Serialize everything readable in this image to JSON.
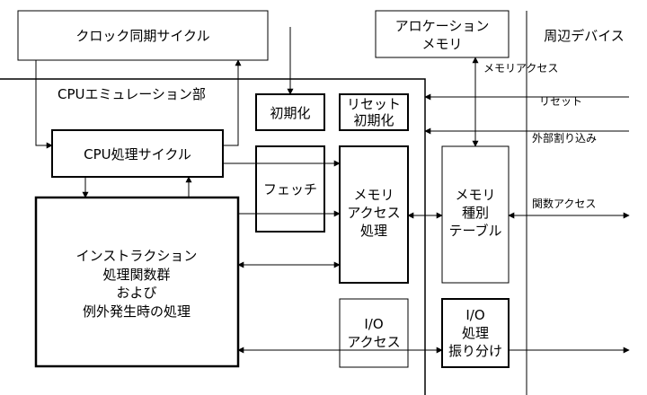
{
  "clock_cycle": "クロック同期サイクル",
  "allocation_memory": [
    "アロケーション",
    "メモリ"
  ],
  "peripheral_devices": "周辺デバイス",
  "cpu_emulation_section": "CPUエミュレーション部",
  "initialize": "初期化",
  "reset_initialize": [
    "リセット",
    "初期化"
  ],
  "cpu_cycle": "CPU処理サイクル",
  "fetch": "フェッチ",
  "memory_access_process": [
    "メモリ",
    "アクセス",
    "処理"
  ],
  "memory_type_table": [
    "メモリ",
    "種別",
    "テーブル"
  ],
  "instruction_handlers": [
    "インストラクション",
    "処理関数群",
    "および",
    "例外発生時の処理"
  ],
  "io_access": [
    "I/O",
    "アクセス"
  ],
  "io_dispatch": [
    "I/O",
    "処理",
    "振り分け"
  ],
  "memory_access_signal": "メモリアクセス",
  "reset_signal": "リセット",
  "external_interrupt_signal": "外部割り込み",
  "function_access_signal": "関数アクセス"
}
